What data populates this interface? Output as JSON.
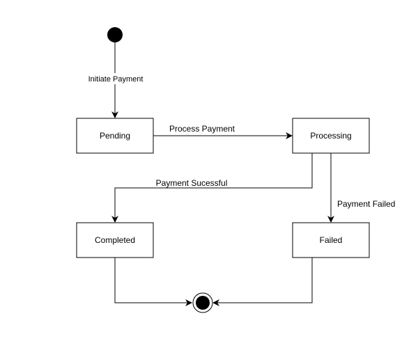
{
  "diagram": {
    "states": {
      "pending": "Pending",
      "processing": "Processing",
      "completed": "Completed",
      "failed": "Failed"
    },
    "transitions": {
      "initiate": "Initiate Payment",
      "process": "Process Payment",
      "success": "Payment Sucessful",
      "failed": "Payment Failed"
    }
  },
  "colors": {
    "stroke": "#000000",
    "fill": "#ffffff",
    "node": "#000000"
  }
}
